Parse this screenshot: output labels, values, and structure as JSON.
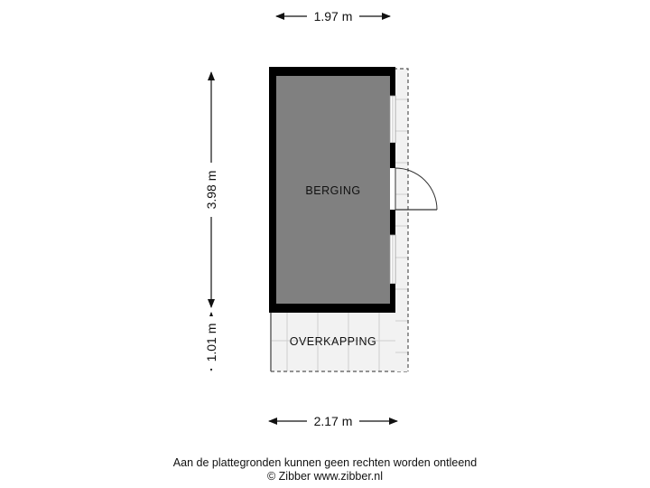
{
  "dimensions": {
    "top_width": "1.97 m",
    "bottom_width": "2.17 m",
    "berging_depth": "3.98 m",
    "overkapping_depth": "1.01 m"
  },
  "rooms": {
    "berging": "BERGING",
    "overkapping": "OVERKAPPING"
  },
  "footer": {
    "disclaimer": "Aan de plattegronden kunnen geen rechten worden ontleend",
    "copyright": "© Zibber www.zibber.nl"
  },
  "colors": {
    "wall": "#000000",
    "room_fill": "#808080",
    "tile_fill": "#f2f2f2",
    "tile_line": "#cfcfcf",
    "dash_line": "#555555"
  }
}
